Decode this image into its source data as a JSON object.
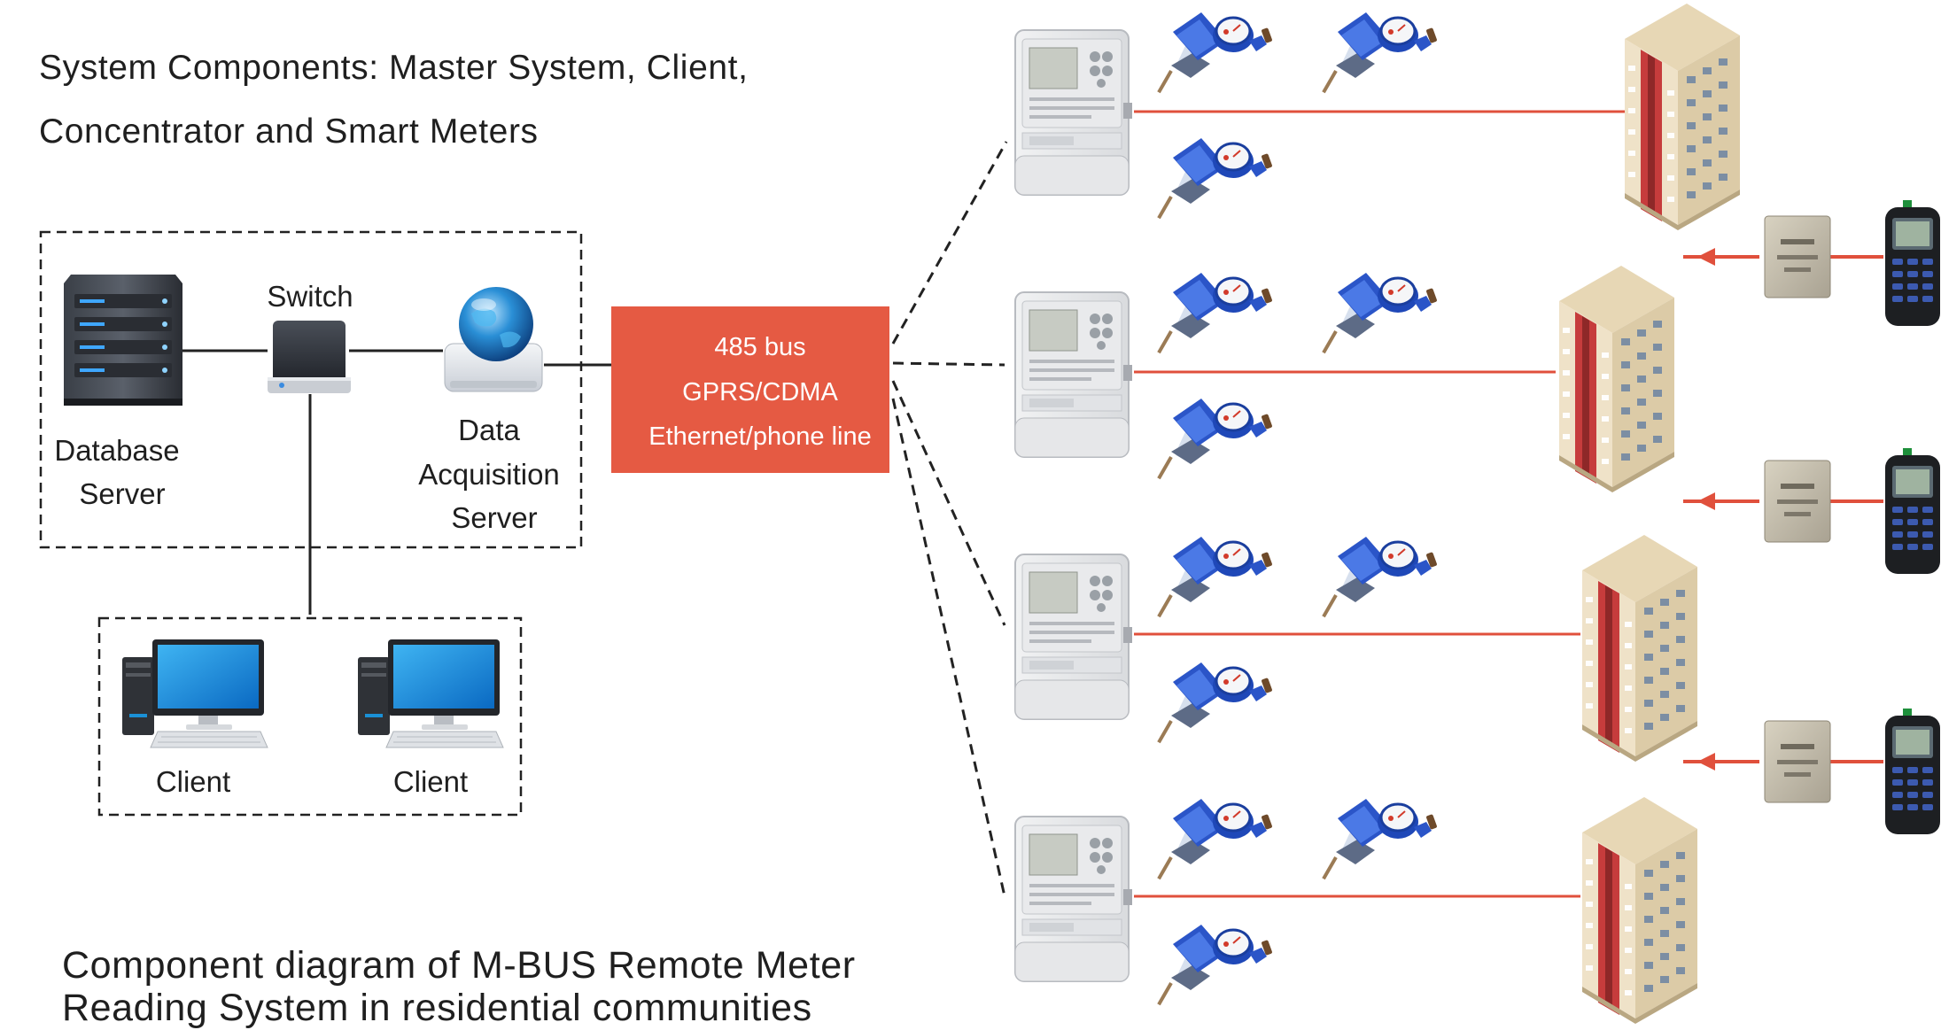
{
  "title": {
    "line1": "System Components: Master System, Client,",
    "line2": "Concentrator and Smart Meters"
  },
  "caption": {
    "line1": "Component diagram of M-BUS Remote Meter",
    "line2": "Reading System in residential communities"
  },
  "nodes": {
    "database_server": {
      "line1": "Database",
      "line2": "Server",
      "icon": "server-icon"
    },
    "switch": {
      "label": "Switch",
      "icon": "network-switch-icon"
    },
    "data_acquisition_server": {
      "line1": "Data",
      "line2": "Acquisition",
      "line3": "Server",
      "icon": "globe-drive-icon"
    },
    "client_1": {
      "label": "Client",
      "icon": "desktop-computer-icon"
    },
    "client_2": {
      "label": "Client",
      "icon": "desktop-computer-icon"
    }
  },
  "bus": {
    "line1": "485 bus",
    "line2": "GPRS/CDMA",
    "line3": "Ethernet/phone line",
    "color": "#e55a43"
  },
  "colors": {
    "red_line": "#e0503c",
    "meter_blue": "#2b55c8",
    "building_wall": "#efe2c8",
    "building_red": "#c63c3c"
  },
  "icons": {
    "concentrator": "concentrator-meter-icon",
    "water_meter": "water-meter-icon",
    "building": "apartment-building-icon",
    "mbus_box": "mbus-converter-icon",
    "handheld": "handheld-reader-icon"
  }
}
